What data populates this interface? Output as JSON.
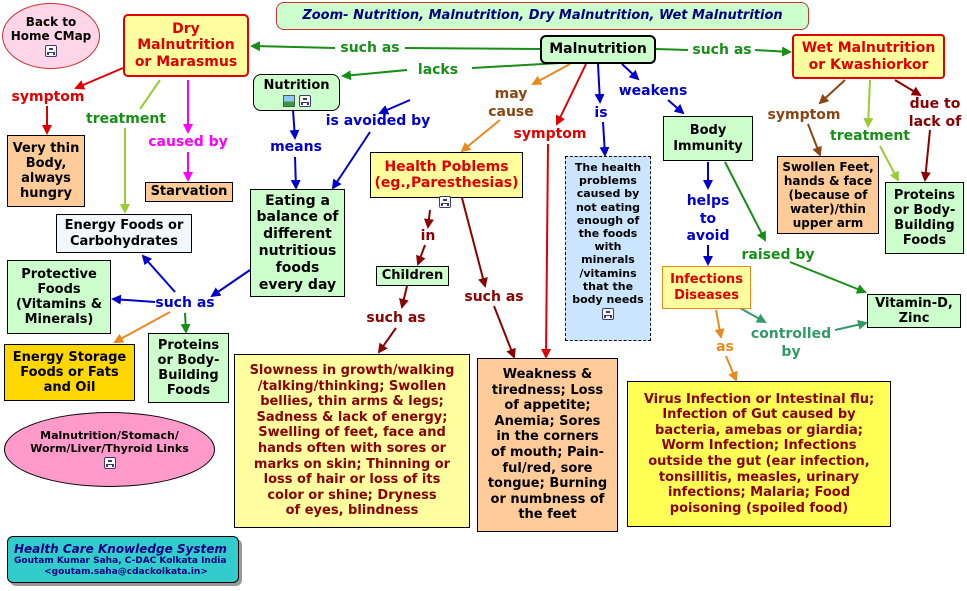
{
  "colors": {
    "red": "#e00000",
    "green": "#168f16",
    "blue": "#0000cc",
    "magenta": "#ff00ff",
    "dark_red": "#8b0000",
    "brown": "#8b4513",
    "orange": "#e88a1e",
    "lime": "#99cc33",
    "teal": "#339966",
    "yellow_fill": "#ffffa0",
    "mint_fill": "#ccffcc",
    "peach_fill": "#ffcc99",
    "gold_fill": "#ffd700",
    "light_blue_fill": "#cce5ff",
    "pink_fill": "#ff9acb",
    "cyan_fill": "#33cccc",
    "green_fill": "#99ee99"
  },
  "nodes": {
    "title": "Zoom- Nutrition, Malnutrition, Dry Malnutrition, Wet Malnutrition",
    "back": "Back to\nHome CMap",
    "malnutrition": "Malnutrition",
    "dry": "Dry\nMalnutrition\nor Marasmus",
    "wet": "Wet Malnutrition\nor Kwashiorkor",
    "nutrition": "Nutrition",
    "eating": "Eating a\nbalance of\ndifferent\nnutritious\nfoods\nevery day",
    "health_problems": "Health Poblems\n(eg.,Paresthesias)",
    "health_desc": "The health\nproblems\ncaused by\nnot eating\nenough of the foods\nwith\nminerals\n/vitamins\nthat the\nbody needs",
    "body_immunity": "Body\nImmunity",
    "infections": "Infections\nDiseases",
    "vitamin_d": "Vitamin-D,\nZinc",
    "swollen": "Swollen Feet,\nhands & face\n(because of\nwater)/thin\nupper arm",
    "proteins_right": "Proteins\nor Body-\nBuilding\nFoods",
    "very_thin": "Very thin\nBody,\nalways\nhungry",
    "starvation": "Starvation",
    "energy_foods": "Energy Foods or\nCarbohydrates",
    "protective": "Protective\nFoods\n(Vitamins &\nMinerals)",
    "energy_storage": "Energy Storage\nFoods or Fats\nand Oil",
    "proteins_left": "Proteins\nor Body-\nBuilding\nFoods",
    "links": "Malnutrition/Stomach/\nWorm/Liver/Thyroid Links",
    "children": "Children",
    "slowness": "Slowness in growth/walking\n/talking/thinking; Swollen\nbellies, thin arms & legs;\nSadness & lack of energy;\nSwelling of feet, face and\nhands often with sores or\nmarks on skin; Thinning or\nloss of hair or loss of its\ncolor or shine; Dryness\nof eyes, blindness",
    "weakness": "Weakness &\ntiredness; Loss\nof appetite;\nAnemia; Sores\nin the corners\nof mouth; Pain-\nful/red, sore\ntongue; Burning\nor numbness of\nthe feet",
    "virus": "Virus Infection or Intestinal flu;\nInfection of Gut caused by\nbacteria, amebas or giardia;\nWorm Infection; Infections\noutside the gut (ear infection,\ntonsillitis, measles, urinary\ninfections; Malaria; Food\npoisoning  (spoiled food)",
    "footer_title": "Health Care Knowledge System",
    "footer_author": "Goutam Kumar Saha, C-DAC Kolkata India",
    "footer_email": "<goutam.saha@cdackolkata.in>"
  },
  "labels": {
    "such_as_left": "such as",
    "such_as_right": "such as",
    "lacks": "lacks",
    "may_cause": "may\ncause",
    "is_avoided_by": "is avoided by",
    "symptom_center": "symptom",
    "is": "is",
    "weakens": "weakens",
    "symptom_left": "symptom",
    "treatment_left": "treatment",
    "caused_by": "caused by",
    "means": "means",
    "symptom_right": "symptom",
    "treatment_right": "treatment",
    "due_to_lack_of": "due to\nlack of",
    "helps_to_avoid": "helps\nto\navoid",
    "raised_by": "raised by",
    "controlled_by": "controlled\nby",
    "as": "as",
    "in": "in",
    "such_as_children": "such as",
    "such_as_health": "such as",
    "such_as_foods": "such as"
  }
}
